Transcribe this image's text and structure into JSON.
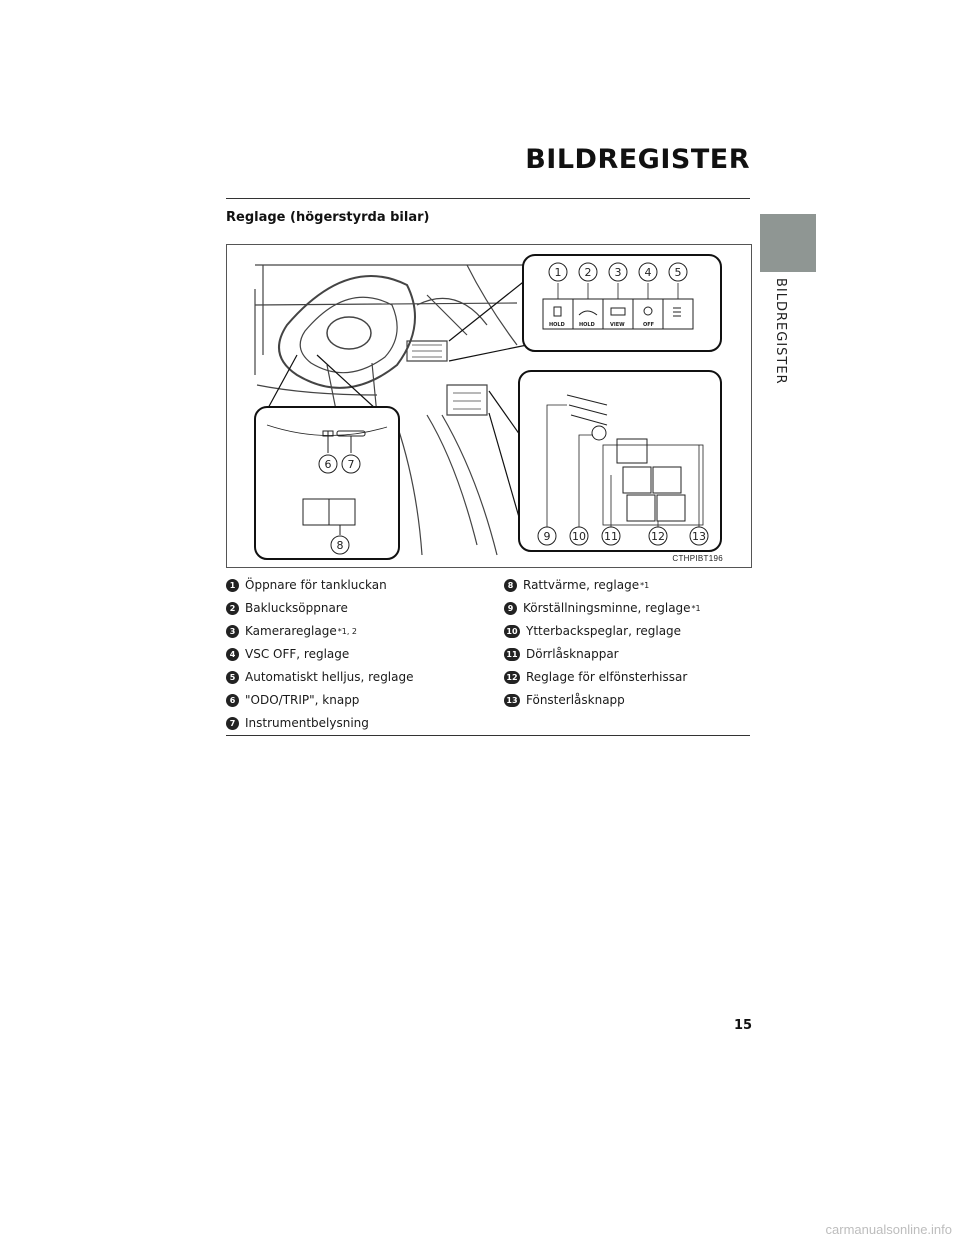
{
  "header": {
    "title": "BILDREGISTER"
  },
  "side_tab": {
    "label": "BILDREGISTER"
  },
  "section": {
    "title": "Reglage (högerstyrda bilar)"
  },
  "figure": {
    "code": "CTHPIBT196",
    "callouts": [
      "1",
      "2",
      "3",
      "4",
      "5",
      "6",
      "7",
      "8",
      "9",
      "10",
      "11",
      "12",
      "13"
    ],
    "button_labels": {
      "b1": "HOLD",
      "b2": "HOLD",
      "b3": "VIEW",
      "b4": "OFF"
    }
  },
  "legend_left": [
    {
      "num": "1",
      "text": "Öppnare för tankluckan",
      "sup": ""
    },
    {
      "num": "2",
      "text": "Baklucksöppnare",
      "sup": ""
    },
    {
      "num": "3",
      "text": "Kamerareglage",
      "sup": "*1, 2"
    },
    {
      "num": "4",
      "text": "VSC OFF, reglage",
      "sup": ""
    },
    {
      "num": "5",
      "text": "Automatiskt helljus, reglage",
      "sup": ""
    },
    {
      "num": "6",
      "text": "\"ODO/TRIP\", knapp",
      "sup": ""
    },
    {
      "num": "7",
      "text": "Instrumentbelysning",
      "sup": ""
    }
  ],
  "legend_right": [
    {
      "num": "8",
      "text": "Rattvärme, reglage",
      "sup": "*1"
    },
    {
      "num": "9",
      "text": "Körställningsminne, reglage",
      "sup": "*1"
    },
    {
      "num": "10",
      "text": "Ytterbackspeglar, reglage",
      "sup": ""
    },
    {
      "num": "11",
      "text": "Dörrlåsknappar",
      "sup": ""
    },
    {
      "num": "12",
      "text": "Reglage för elfönsterhissar",
      "sup": ""
    },
    {
      "num": "13",
      "text": "Fönsterlåsknapp",
      "sup": ""
    }
  ],
  "page_number": "15",
  "footer": {
    "site": "carmanualsonline.info"
  }
}
